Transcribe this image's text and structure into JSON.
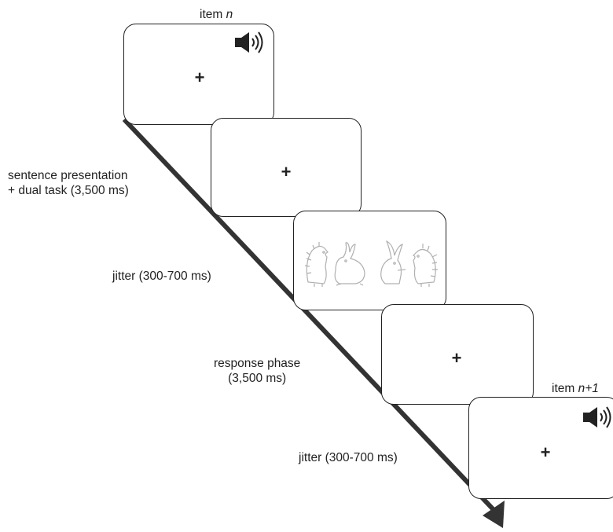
{
  "items": [
    {
      "prefix": "item ",
      "var": "n"
    },
    {
      "prefix": "item ",
      "var": "n+1"
    }
  ],
  "screens": [
    {
      "name": "item-n-screen",
      "content": "+"
    },
    {
      "name": "delay-screen",
      "content": "+"
    },
    {
      "name": "picture-screen",
      "content": ""
    },
    {
      "name": "response-screen",
      "content": "+"
    },
    {
      "name": "next-item-screen",
      "content": "+"
    }
  ],
  "phases": [
    {
      "line1": "sentence presentation",
      "line2": "+ dual task (3,500 ms)"
    },
    {
      "line1": "jitter (300-700 ms)"
    },
    {
      "line1": "response phase",
      "line2": "(3,500 ms)"
    },
    {
      "line1": "jitter (300-700 ms)"
    }
  ],
  "icons": [
    "speaker-icon",
    "hedgehog-icon",
    "rabbit-icon"
  ],
  "colors": {
    "line": "#333333",
    "drawing": "#b0b0b0"
  }
}
